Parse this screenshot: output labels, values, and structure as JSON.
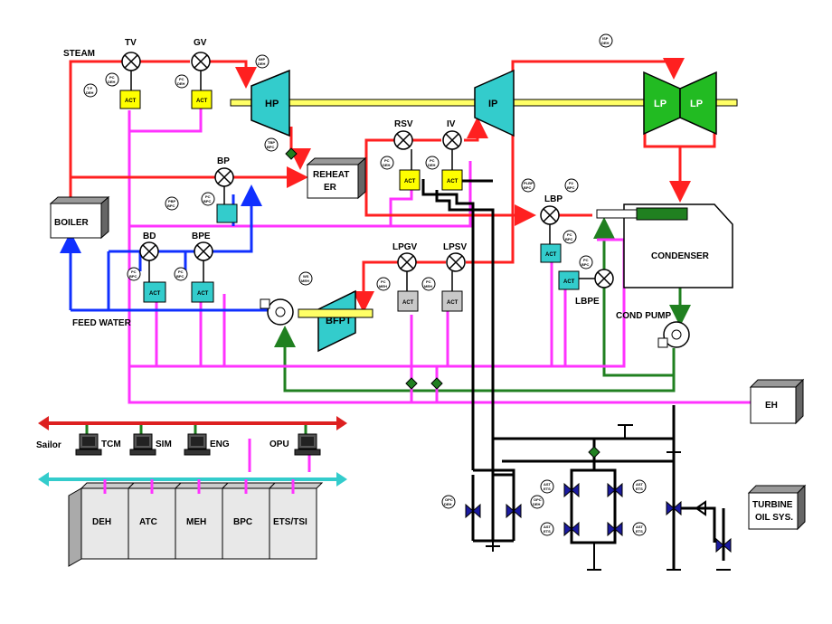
{
  "colors": {
    "steam": "#ff2020",
    "hydraulic": "#ff33ff",
    "feed": "#1030ff",
    "condensate": "#208020",
    "oil": "#000000",
    "shaft": "#ffff66",
    "turbine_cyan": "#33cccc",
    "turbine_green": "#22bb22",
    "act_yellow": "#ffff00",
    "act_cyan": "#33cccc",
    "act_gray": "#c8c8c8",
    "bus_red": "#dd2020",
    "bus_cyan": "#33cccc",
    "valve_blue": "#1a1aa0"
  },
  "labels": {
    "steam": "STEAM",
    "tv": "TV",
    "gv": "GV",
    "hp": "HP",
    "ip": "IP",
    "lp1": "LP",
    "lp2": "LP",
    "rsv": "RSV",
    "iv": "IV",
    "bp": "BP",
    "reheater": "REHEAT\nER",
    "reheater_l1": "REHEAT",
    "reheater_l2": "ER",
    "boiler": "BOILER",
    "bd": "BD",
    "bpe": "BPE",
    "lpgv": "LPGV",
    "lpsv": "LPSV",
    "lbp": "LBP",
    "lbpe": "LBPE",
    "condenser": "CONDENSER",
    "cond_pump": "COND PUMP",
    "feed_water": "FEED WATER",
    "bfpt": "BFPT",
    "eh": "EH",
    "turbine_oil_l1": "TURBINE",
    "turbine_oil_l2": "OIL SYS.",
    "act": "ACT",
    "sailor": "Sailor"
  },
  "instrument_tags": {
    "tp": [
      "T P",
      "DEH"
    ],
    "pc_deh": [
      "PC",
      "DEH"
    ],
    "imp": [
      "IMP",
      "DEH"
    ],
    "tbp": [
      "TBP",
      "BPC"
    ],
    "pbp": [
      "PBP",
      "BPC"
    ],
    "pc_bpc": [
      "PC",
      "BPC"
    ],
    "ish": [
      "ISP",
      "DEH"
    ],
    "plbp": [
      "PLBP",
      "BPC"
    ],
    "pc2": [
      "P2",
      "BPC"
    ],
    "pc_meh": [
      "PC",
      "MEH"
    ],
    "ws_meh": [
      "WS",
      "MEH"
    ],
    "opc": [
      "OPC",
      "DEH"
    ],
    "ast": [
      "AST",
      "ETS"
    ]
  },
  "network": {
    "workstations": [
      "TCM",
      "SIM",
      "ENG",
      "OPU"
    ],
    "cabinets": [
      "DEH",
      "ATC",
      "MEH",
      "BPC",
      "ETS/TSI"
    ]
  }
}
